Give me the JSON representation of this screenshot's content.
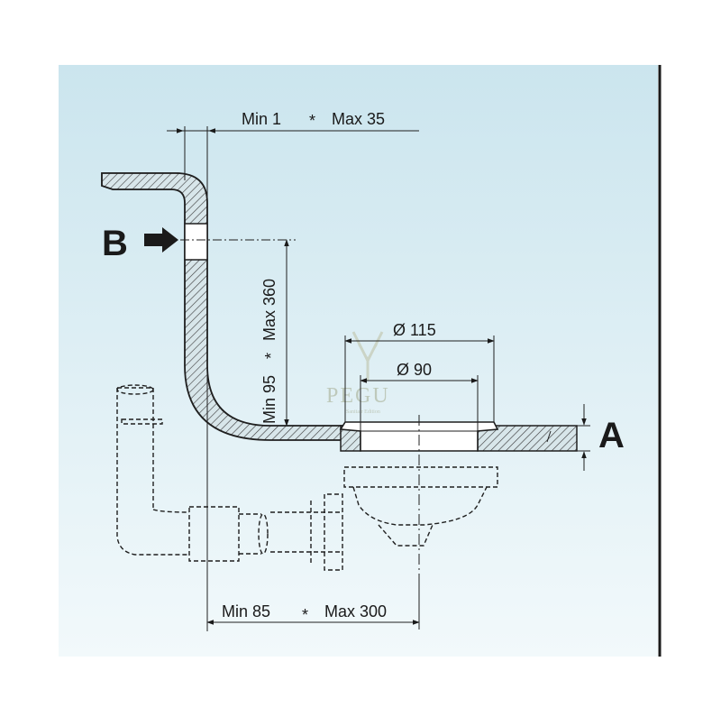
{
  "labels": {
    "top_min": "Min 1",
    "top_max": "Max 35",
    "vertical_min": "Min 95",
    "vertical_max": "Max 360",
    "outer_diameter": "Ø 115",
    "inner_diameter": "Ø 90",
    "bottom_min": "Min 85",
    "bottom_max": "Max 300",
    "separator": "*",
    "marker_a": "A",
    "marker_b": "B"
  },
  "watermark": {
    "brand": "PEGU",
    "tagline": "Sanitair Edition"
  },
  "colors": {
    "background_top": "#cde6ee",
    "background_bottom": "#f1f9fb",
    "line": "#1f1f1f",
    "hatch": "#444444",
    "right_border": "#1a1a1a"
  }
}
